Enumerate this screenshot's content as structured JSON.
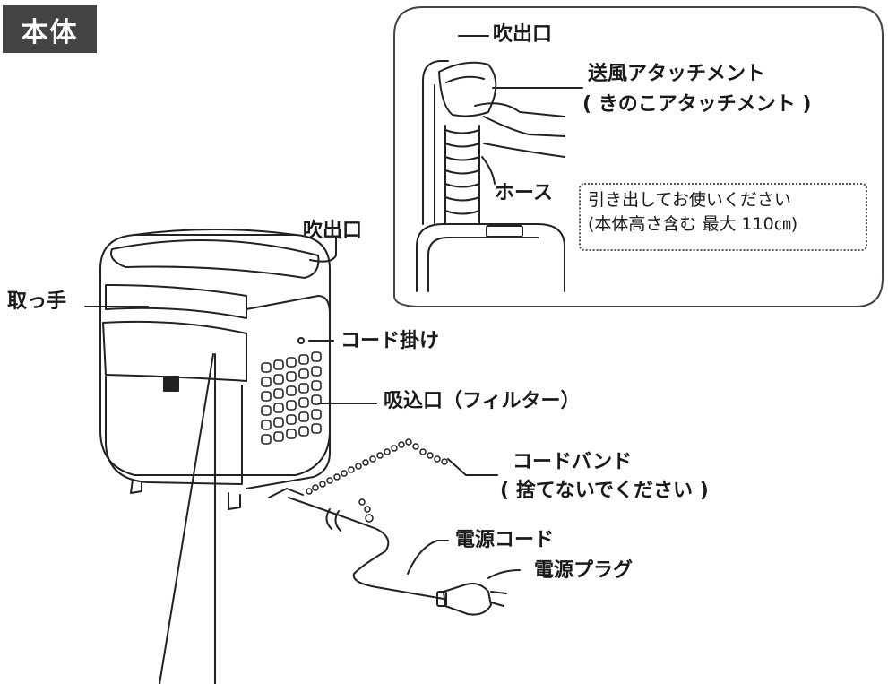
{
  "section_title": "本体",
  "labels": {
    "outlet_top": "吹出口",
    "outlet_inset": "吹出口",
    "air_attachment_line1": "送風アタッチメント",
    "air_attachment_line2": "( きのこアタッチメント )",
    "hose": "ホース",
    "note_line1": "引き出してお使いください",
    "note_line2": "(本体高さ含む 最大 110㎝)",
    "handle": "取っ手",
    "cord_hook": "コード掛け",
    "intake": "吸込口（フィルター）",
    "cord_band_line1": "コードバンド",
    "cord_band_line2": "( 捨てないでください )",
    "power_cord": "電源コード",
    "power_plug": "電源プラグ"
  }
}
